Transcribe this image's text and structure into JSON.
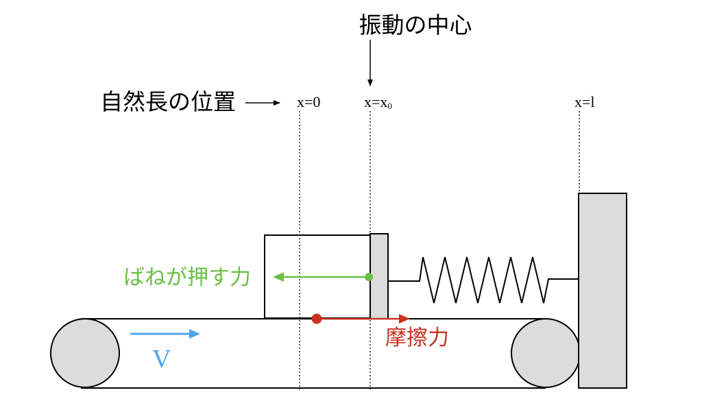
{
  "labels": {
    "vibration_center": "振動の中心",
    "natural_length_position": "自然長の位置",
    "x_zero": "x=0",
    "x_center_base": "x=x",
    "x_center_sub": "0",
    "x_wall": "x=l",
    "spring_force": "ばねが押す力",
    "friction": "摩擦力",
    "belt_velocity": "V"
  },
  "colors": {
    "spring_force": "#6abf45",
    "friction": "#c8321f",
    "velocity": "#4da3e8",
    "fill_gray": "#dcdcdc",
    "line": "#000000"
  }
}
